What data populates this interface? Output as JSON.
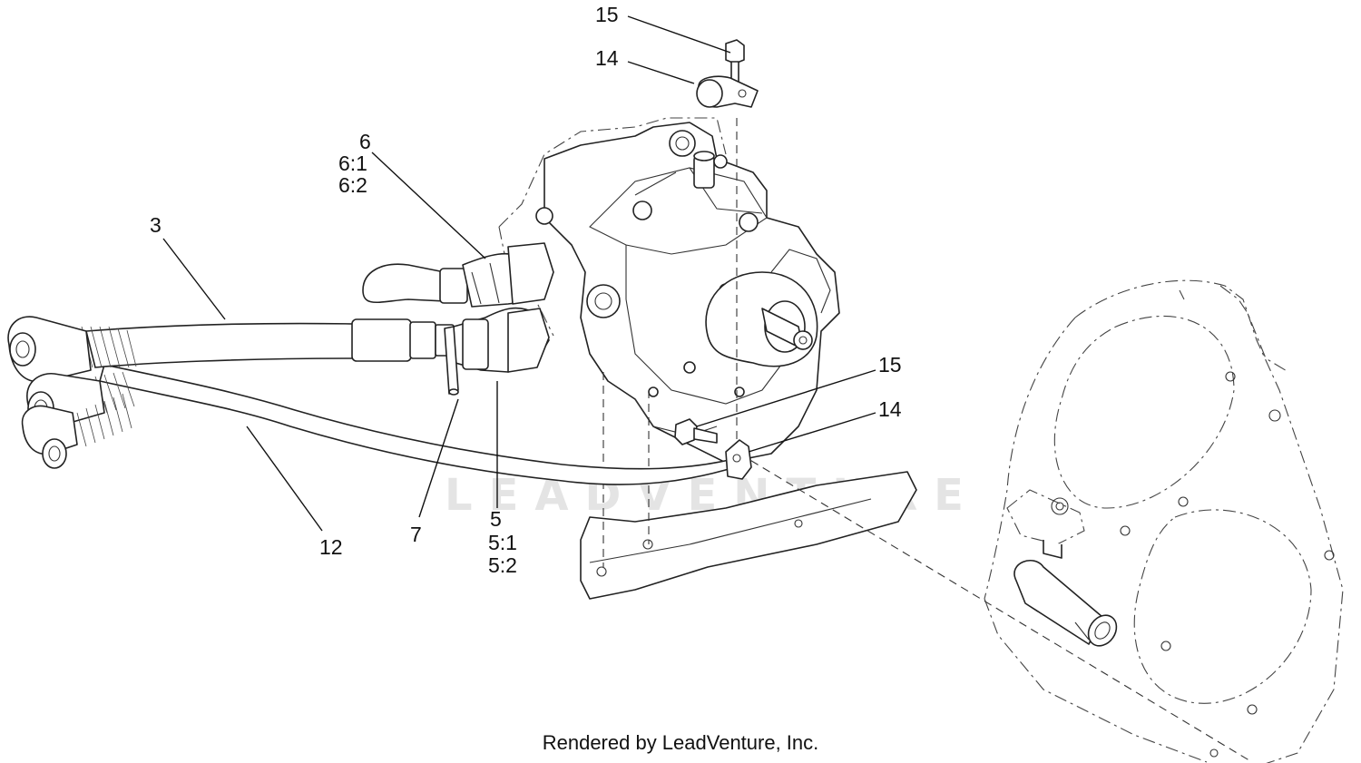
{
  "diagram": {
    "callouts": {
      "c15_top": "15",
      "c14_top": "14",
      "c6": "6",
      "c6_1": "6:1",
      "c6_2": "6:2",
      "c3": "3",
      "c15_mid": "15",
      "c14_mid": "14",
      "c7": "7",
      "c5": "5",
      "c5_1": "5:1",
      "c5_2": "5:2",
      "c12": "12"
    },
    "watermark": "LEADVENTURE",
    "footer": "Rendered by LeadVenture, Inc.",
    "colors": {
      "line": "#111111",
      "watermark": "#e4e4e4",
      "background": "#ffffff"
    }
  }
}
